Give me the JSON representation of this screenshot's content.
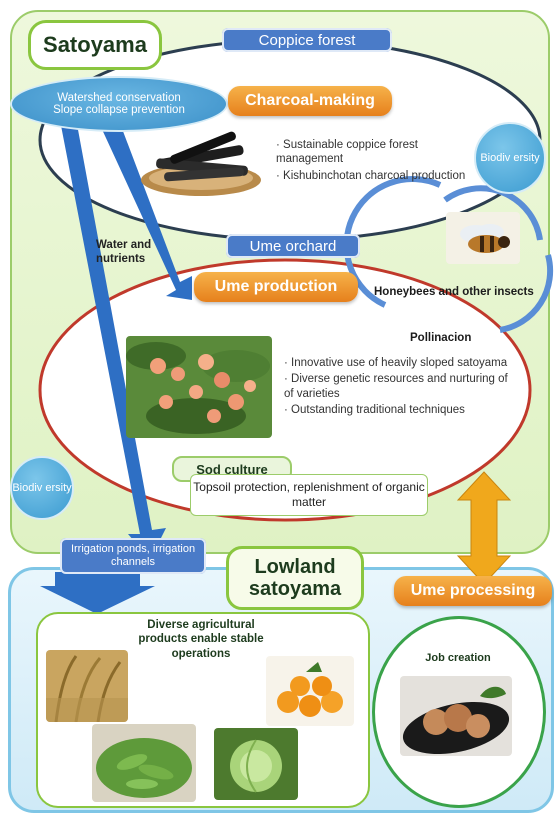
{
  "satoyama": {
    "title": "Satoyama",
    "coppice_forest": "Coppice forest",
    "watershed_line1": "Watershed conservation",
    "watershed_line2": "Slope collapse prevention",
    "charcoal": "Charcoal-making",
    "charcoal_bullets": [
      "Sustainable coppice forest management",
      "Kishubinchotan charcoal production"
    ],
    "biodiversity_top": "Biodiv ersity",
    "water_nutrients": "Water and nutrients",
    "ume_orchard": "Ume orchard",
    "ume_production": "Ume production",
    "honeybees": "Honeybees and other insects",
    "pollination": "Pollinacion",
    "orchard_bullets": [
      "Innovative use of heavily sloped satoyama",
      "Diverse genetic resources and nurturing of of varieties",
      "Outstanding traditional techniques"
    ],
    "sod_culture": "Sod culture",
    "sod_desc": "Topsoil protection, replenishment of organic matter",
    "biodiversity_left": "Biodiv ersity"
  },
  "lowland": {
    "irrigation": "Irrigation ponds, irrigation channels",
    "title_line1": "Lowland",
    "title_line2": "satoyama",
    "ume_processing": "Ume processing",
    "products_title": "Diverse agricultural products enable stable operations",
    "job_creation": "Job creation"
  },
  "colors": {
    "arrow_blue": "#2e6fc4",
    "orange": "#e6801c",
    "ellipse_dark": "#2c3e50",
    "ellipse_red": "#c0392b",
    "double_arrow": "#f0a81c"
  }
}
